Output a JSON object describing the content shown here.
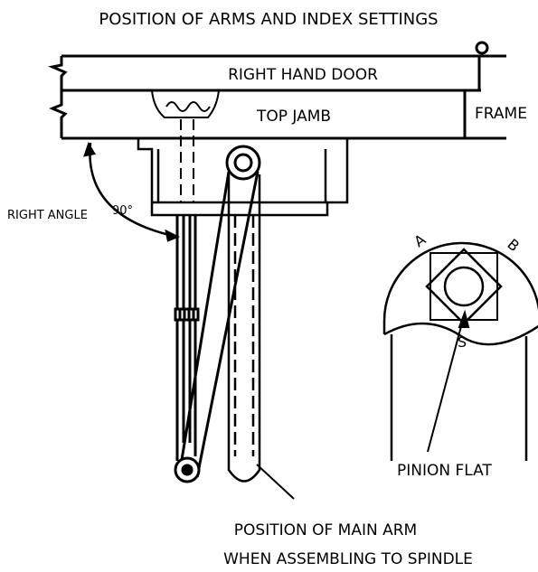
{
  "title": "POSITION OF ARMS AND INDEX SETTINGS",
  "labels": {
    "door": "RIGHT HAND DOOR",
    "jamb": "TOP JAMB",
    "frame": "FRAME",
    "right_angle": "RIGHT ANGLE",
    "degrees": "90°",
    "pinion_flat": "PINION FLAT",
    "index_a": "A",
    "index_b": "B",
    "index_s": "S"
  },
  "caption": {
    "line1": "POSITION OF MAIN ARM",
    "line2": "WHEN ASSEMBLING TO SPINDLE"
  }
}
